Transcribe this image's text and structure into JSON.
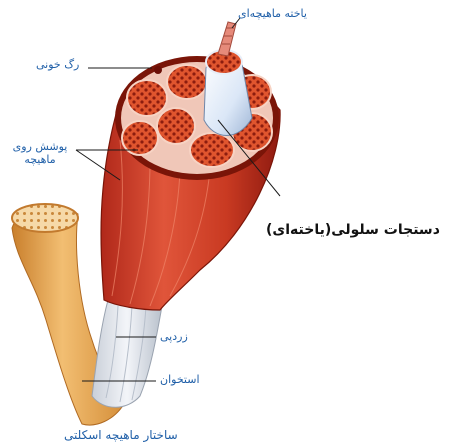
{
  "labels": {
    "muscle_cell": "یاخته ماهیچه‌ای",
    "blood_vessel": "رگ خونی",
    "muscle_sheath_line1": "پوشش روی",
    "muscle_sheath_line2": "ماهیچه",
    "fascicle": "دستجات سلولی(یاخته‌ای)",
    "tendon": "زردپی",
    "bone": "استخوان",
    "caption": "ساختار ماهیچه اسکلتی"
  },
  "colors": {
    "label_text": "#1f5fa8",
    "muscle_red": "#c8361f",
    "muscle_dark": "#8e1a10",
    "bone_orange": "#e6a24a",
    "tendon_white": "#e8ecf2"
  }
}
